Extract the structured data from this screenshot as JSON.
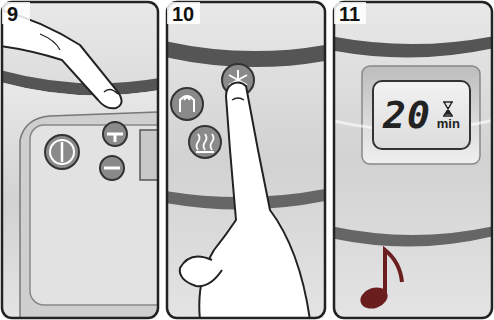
{
  "diagram": {
    "nodes": [
      {
        "text": [
          "20",
          "min"
        ]
      }
    ],
    "labels": [
      "9",
      "10",
      "11"
    ]
  }
}
